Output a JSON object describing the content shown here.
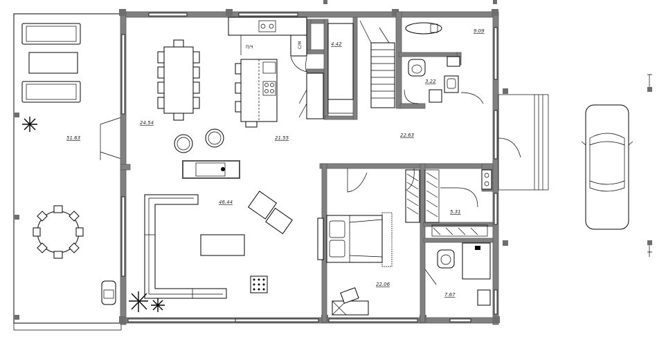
{
  "rooms": {
    "terrace": {
      "area": "51.63"
    },
    "dining": {
      "area": "24.54"
    },
    "kitchen": {
      "area": "21.55"
    },
    "hall": {
      "area": "22.63"
    },
    "living": {
      "area": "46.44"
    },
    "closet": {
      "area": "4.42"
    },
    "bath_top": {
      "area": "3.22"
    },
    "room_topright": {
      "area": "9.09"
    },
    "wardrobe": {
      "area": "5.31"
    },
    "bedroom": {
      "area": "22.06"
    },
    "bath_bottom": {
      "area": "7.67"
    }
  },
  "labels": {
    "fridge": "П/Ч",
    "washer": "С/М"
  }
}
